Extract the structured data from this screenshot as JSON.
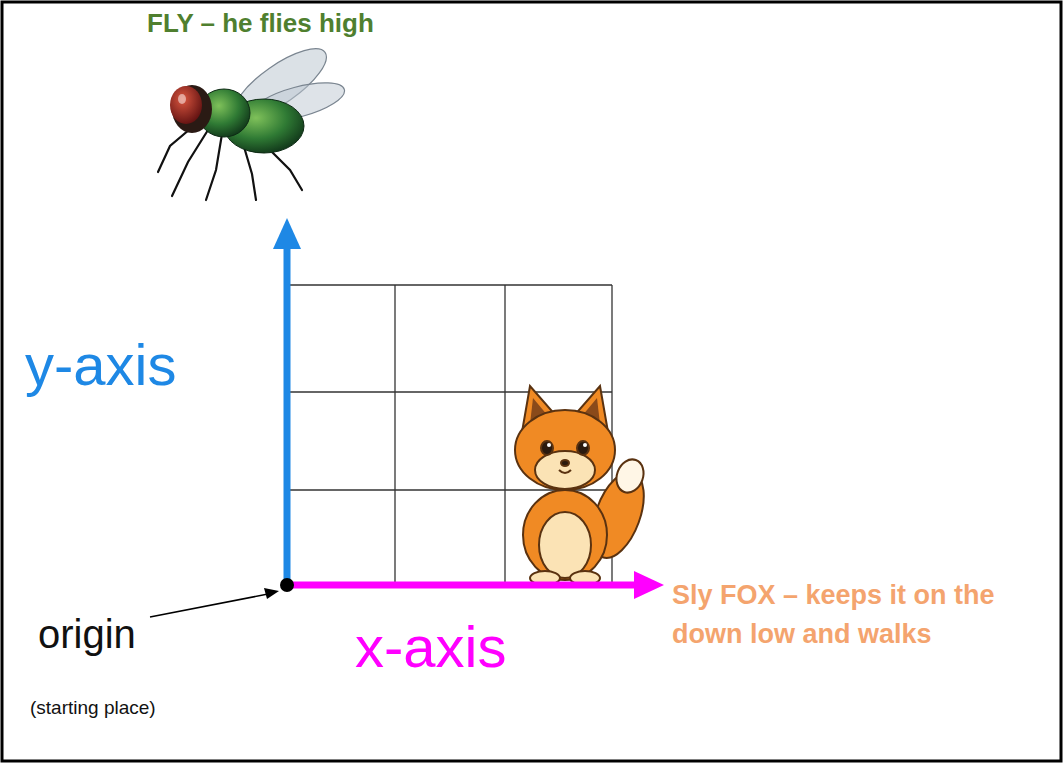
{
  "diagram": {
    "labels": [
      "FLY – he flies high",
      "y-axis",
      "x-axis",
      "origin",
      "(starting place)",
      "Sly FOX – keeps it on the down low and walks"
    ]
  }
}
